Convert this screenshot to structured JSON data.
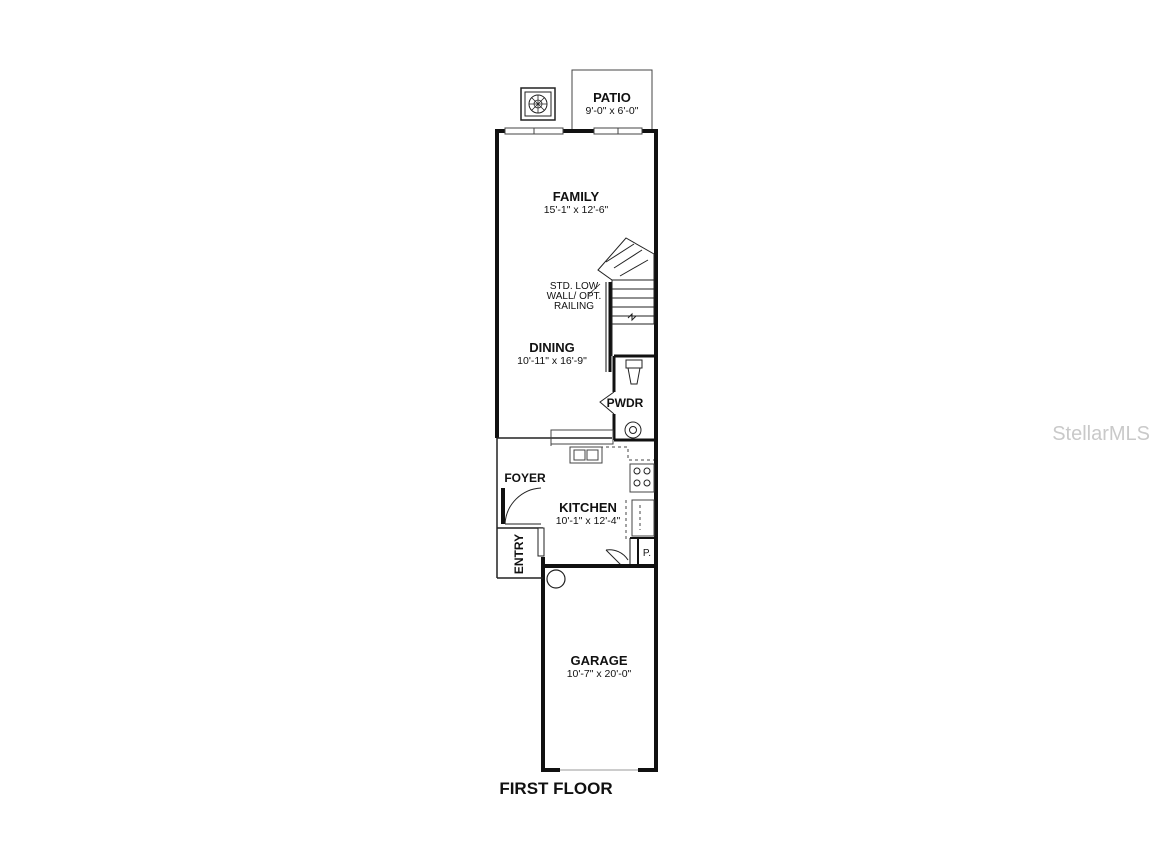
{
  "floor_title": "FIRST FLOOR",
  "watermark": "StellarMLS",
  "rooms": {
    "patio": {
      "name": "PATIO",
      "dims": "9'-0\" x 6'-0\""
    },
    "family": {
      "name": "FAMILY",
      "dims": "15'-1\" x 12'-6\""
    },
    "dining": {
      "name": "DINING",
      "dims": "10'-11\" x 16'-9\""
    },
    "pwdr": {
      "name": "PWDR"
    },
    "foyer": {
      "name": "FOYER"
    },
    "kitchen": {
      "name": "KITCHEN",
      "dims": "10'-1\" x 12'-4\""
    },
    "entry": {
      "name": "ENTRY"
    },
    "pantry": {
      "name": "P."
    },
    "garage": {
      "name": "GARAGE",
      "dims": "10'-7\" x 20'-0\""
    }
  },
  "notes": {
    "railing_line1": "STD. LOW",
    "railing_line2": "WALL/ OPT.",
    "railing_line3": "RAILING"
  },
  "colors": {
    "wall": "#111111",
    "watermark": "#c9c9c9"
  }
}
